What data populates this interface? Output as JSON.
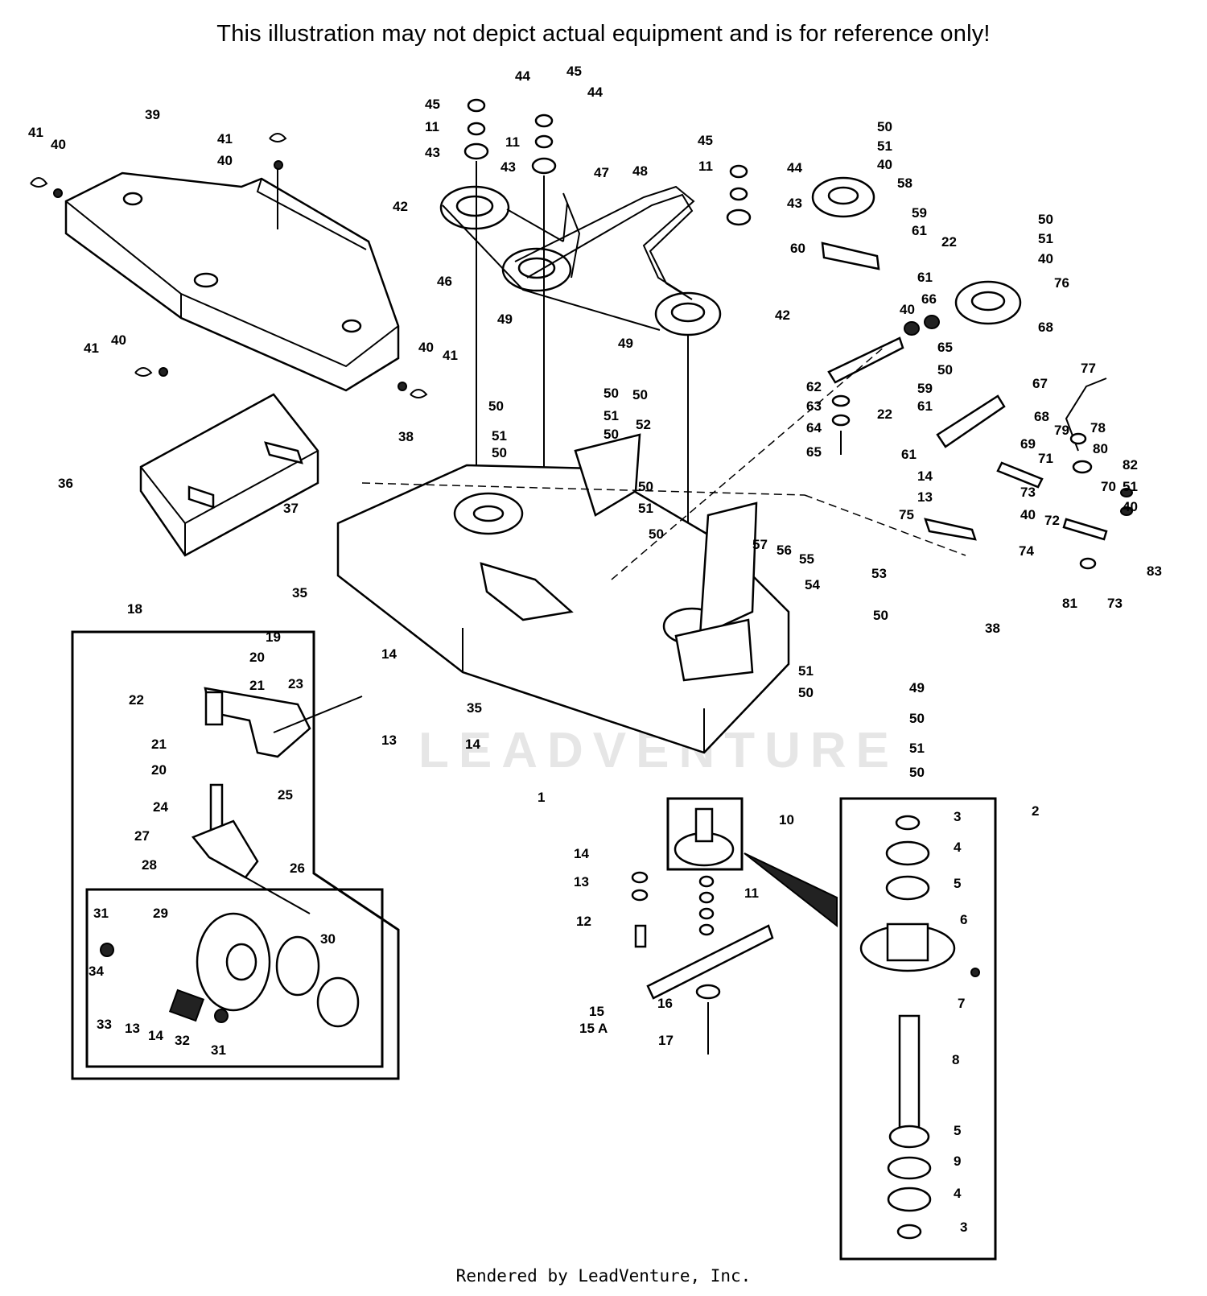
{
  "header": {
    "disclaimer": "This illustration may not depict actual equipment and is for reference only!"
  },
  "footer": {
    "credit": "Rendered by LeadVenture, Inc."
  },
  "watermark": {
    "text": "LEADVENTURE"
  },
  "callouts": [
    {
      "id": "39",
      "text": "39"
    },
    {
      "id": "41a",
      "text": "41"
    },
    {
      "id": "40a",
      "text": "40"
    },
    {
      "id": "41b",
      "text": "41"
    },
    {
      "id": "40b",
      "text": "40"
    },
    {
      "id": "41c",
      "text": "41"
    },
    {
      "id": "40c",
      "text": "40"
    },
    {
      "id": "40d",
      "text": "40"
    },
    {
      "id": "41d",
      "text": "41"
    },
    {
      "id": "45a",
      "text": "45"
    },
    {
      "id": "44a",
      "text": "44"
    },
    {
      "id": "11a",
      "text": "11"
    },
    {
      "id": "43a",
      "text": "43"
    },
    {
      "id": "45b",
      "text": "45"
    },
    {
      "id": "44b",
      "text": "44"
    },
    {
      "id": "11b",
      "text": "11"
    },
    {
      "id": "43b",
      "text": "43"
    },
    {
      "id": "42a",
      "text": "42"
    },
    {
      "id": "47",
      "text": "47"
    },
    {
      "id": "48",
      "text": "48"
    },
    {
      "id": "46",
      "text": "46"
    },
    {
      "id": "42b",
      "text": "42"
    },
    {
      "id": "45c",
      "text": "45"
    },
    {
      "id": "44c",
      "text": "44"
    },
    {
      "id": "11c",
      "text": "11"
    },
    {
      "id": "43c",
      "text": "43"
    },
    {
      "id": "50a",
      "text": "50"
    },
    {
      "id": "51a",
      "text": "51"
    },
    {
      "id": "40e",
      "text": "40"
    },
    {
      "id": "58",
      "text": "58"
    },
    {
      "id": "59a",
      "text": "59"
    },
    {
      "id": "61a",
      "text": "61"
    },
    {
      "id": "60",
      "text": "60"
    },
    {
      "id": "22a",
      "text": "22"
    },
    {
      "id": "61b",
      "text": "61"
    },
    {
      "id": "50b",
      "text": "50"
    },
    {
      "id": "51b",
      "text": "51"
    },
    {
      "id": "40f",
      "text": "40"
    },
    {
      "id": "76",
      "text": "76"
    },
    {
      "id": "68a",
      "text": "68"
    },
    {
      "id": "40g",
      "text": "40"
    },
    {
      "id": "66",
      "text": "66"
    },
    {
      "id": "65a",
      "text": "65"
    },
    {
      "id": "50c",
      "text": "50"
    },
    {
      "id": "62",
      "text": "62"
    },
    {
      "id": "63",
      "text": "63"
    },
    {
      "id": "64",
      "text": "64"
    },
    {
      "id": "65b",
      "text": "65"
    },
    {
      "id": "59b",
      "text": "59"
    },
    {
      "id": "61c",
      "text": "61"
    },
    {
      "id": "67",
      "text": "67"
    },
    {
      "id": "22b",
      "text": "22"
    },
    {
      "id": "68b",
      "text": "68"
    },
    {
      "id": "77",
      "text": "77"
    },
    {
      "id": "79",
      "text": "79"
    },
    {
      "id": "78",
      "text": "78"
    },
    {
      "id": "69",
      "text": "69"
    },
    {
      "id": "80",
      "text": "80"
    },
    {
      "id": "71",
      "text": "71"
    },
    {
      "id": "61d",
      "text": "61"
    },
    {
      "id": "14a",
      "text": "14"
    },
    {
      "id": "82",
      "text": "82"
    },
    {
      "id": "13a",
      "text": "13"
    },
    {
      "id": "73a",
      "text": "73"
    },
    {
      "id": "72",
      "text": "72"
    },
    {
      "id": "70",
      "text": "70"
    },
    {
      "id": "51c",
      "text": "51"
    },
    {
      "id": "40h",
      "text": "40"
    },
    {
      "id": "40i",
      "text": "40"
    },
    {
      "id": "75",
      "text": "75"
    },
    {
      "id": "74",
      "text": "74"
    },
    {
      "id": "83",
      "text": "83"
    },
    {
      "id": "81",
      "text": "81"
    },
    {
      "id": "73b",
      "text": "73"
    },
    {
      "id": "38a",
      "text": "38"
    },
    {
      "id": "49a",
      "text": "49"
    },
    {
      "id": "49b",
      "text": "49"
    },
    {
      "id": "50d",
      "text": "50"
    },
    {
      "id": "50e",
      "text": "50"
    },
    {
      "id": "50f",
      "text": "50"
    },
    {
      "id": "51d",
      "text": "51"
    },
    {
      "id": "51e",
      "text": "51"
    },
    {
      "id": "50g",
      "text": "50"
    },
    {
      "id": "50h",
      "text": "50"
    },
    {
      "id": "52",
      "text": "52"
    },
    {
      "id": "50i",
      "text": "50"
    },
    {
      "id": "51f",
      "text": "51"
    },
    {
      "id": "50j",
      "text": "50"
    },
    {
      "id": "38b",
      "text": "38"
    },
    {
      "id": "36",
      "text": "36"
    },
    {
      "id": "37",
      "text": "37"
    },
    {
      "id": "57",
      "text": "57"
    },
    {
      "id": "56",
      "text": "56"
    },
    {
      "id": "55",
      "text": "55"
    },
    {
      "id": "54",
      "text": "54"
    },
    {
      "id": "53",
      "text": "53"
    },
    {
      "id": "50k",
      "text": "50"
    },
    {
      "id": "35a",
      "text": "35"
    },
    {
      "id": "51g",
      "text": "51"
    },
    {
      "id": "50l",
      "text": "50"
    },
    {
      "id": "49c",
      "text": "49"
    },
    {
      "id": "50m",
      "text": "50"
    },
    {
      "id": "51h",
      "text": "51"
    },
    {
      "id": "50n",
      "text": "50"
    },
    {
      "id": "18",
      "text": "18"
    },
    {
      "id": "19",
      "text": "19"
    },
    {
      "id": "20a",
      "text": "20"
    },
    {
      "id": "21a",
      "text": "21"
    },
    {
      "id": "22c",
      "text": "22"
    },
    {
      "id": "23",
      "text": "23"
    },
    {
      "id": "21b",
      "text": "21"
    },
    {
      "id": "20b",
      "text": "20"
    },
    {
      "id": "24",
      "text": "24"
    },
    {
      "id": "25",
      "text": "25"
    },
    {
      "id": "27",
      "text": "27"
    },
    {
      "id": "26",
      "text": "26"
    },
    {
      "id": "28",
      "text": "28"
    },
    {
      "id": "31a",
      "text": "31"
    },
    {
      "id": "29",
      "text": "29"
    },
    {
      "id": "30",
      "text": "30"
    },
    {
      "id": "34",
      "text": "34"
    },
    {
      "id": "33",
      "text": "33"
    },
    {
      "id": "13b",
      "text": "13"
    },
    {
      "id": "14b",
      "text": "14"
    },
    {
      "id": "32",
      "text": "32"
    },
    {
      "id": "31b",
      "text": "31"
    },
    {
      "id": "14c",
      "text": "14"
    },
    {
      "id": "13c",
      "text": "13"
    },
    {
      "id": "14d",
      "text": "14"
    },
    {
      "id": "35b",
      "text": "35"
    },
    {
      "id": "1",
      "text": "1"
    },
    {
      "id": "10",
      "text": "10"
    },
    {
      "id": "14e",
      "text": "14"
    },
    {
      "id": "13d",
      "text": "13"
    },
    {
      "id": "11d",
      "text": "11"
    },
    {
      "id": "12",
      "text": "12"
    },
    {
      "id": "15",
      "text": "15"
    },
    {
      "id": "15A",
      "text": "15 A"
    },
    {
      "id": "16",
      "text": "16"
    },
    {
      "id": "17",
      "text": "17"
    },
    {
      "id": "2",
      "text": "2"
    },
    {
      "id": "3a",
      "text": "3"
    },
    {
      "id": "4a",
      "text": "4"
    },
    {
      "id": "5a",
      "text": "5"
    },
    {
      "id": "6",
      "text": "6"
    },
    {
      "id": "7",
      "text": "7"
    },
    {
      "id": "8",
      "text": "8"
    },
    {
      "id": "5b",
      "text": "5"
    },
    {
      "id": "9",
      "text": "9"
    },
    {
      "id": "4b",
      "text": "4"
    },
    {
      "id": "3b",
      "text": "3"
    }
  ]
}
